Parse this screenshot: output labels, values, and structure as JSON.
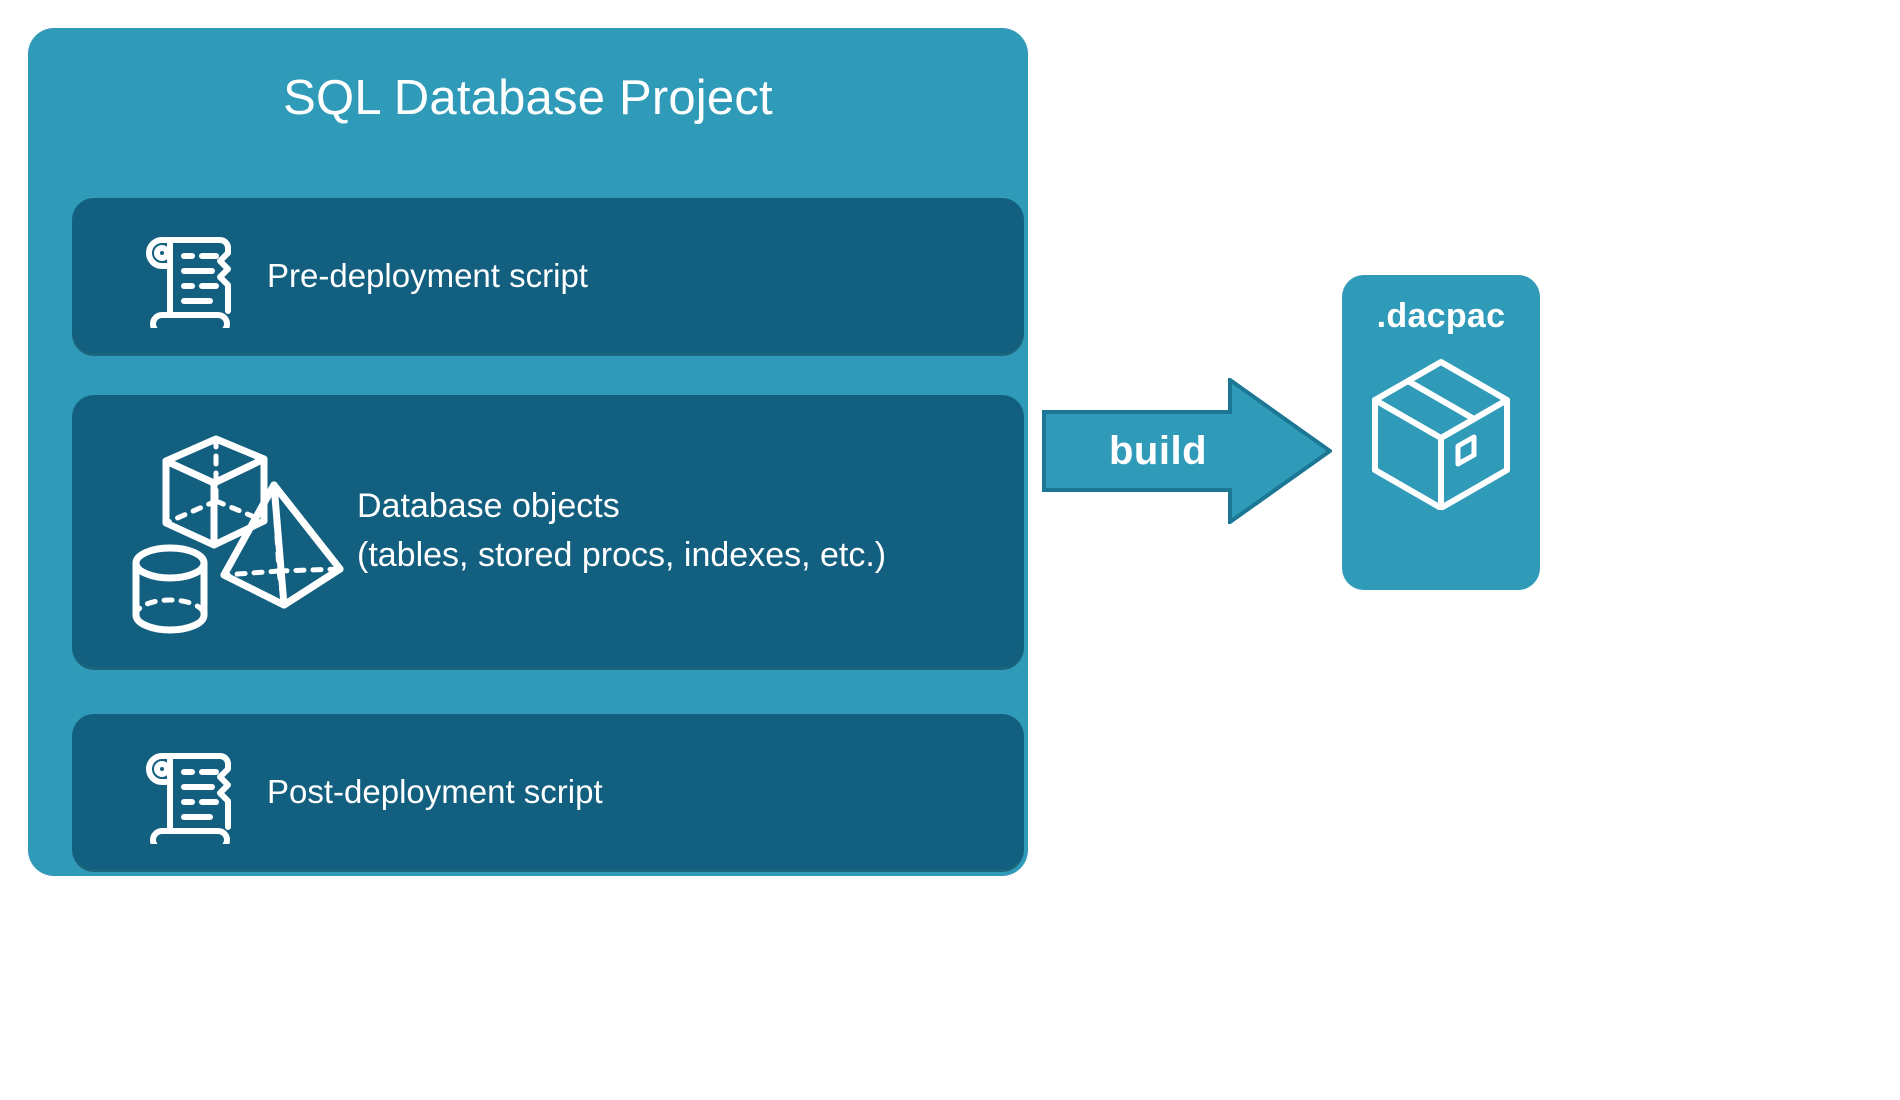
{
  "diagram": {
    "title": "SQL Database Project build to dacpac",
    "background_color": "#ffffff"
  },
  "colors": {
    "container_teal": "#2f9bb9",
    "card_dark_teal": "#125f80",
    "arrow_fill": "#2f9bb9",
    "arrow_stroke": "#1b7794",
    "text_white": "#ffffff"
  },
  "project": {
    "title": "SQL Database Project",
    "items": [
      {
        "id": "pre-deployment",
        "label": "Pre-deployment script",
        "icon": "scroll-icon"
      },
      {
        "id": "database-objects",
        "label_line1": "Database objects",
        "label_line2": "(tables, stored procs, indexes, etc.)",
        "icon": "3d-shapes-icon"
      },
      {
        "id": "post-deployment",
        "label": "Post-deployment script",
        "icon": "scroll-icon"
      }
    ]
  },
  "arrow": {
    "label": "build",
    "direction": "right",
    "icon": "right-arrow-icon"
  },
  "output": {
    "title": ".dacpac",
    "icon": "package-box-icon"
  }
}
